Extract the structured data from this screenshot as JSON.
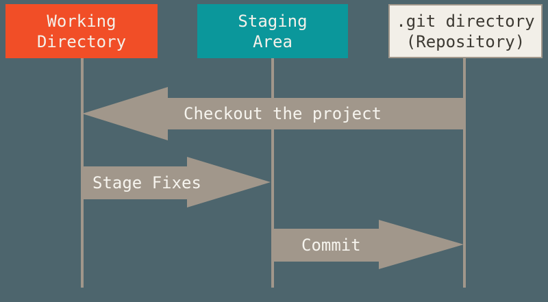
{
  "diagram": {
    "colors": {
      "background": "#4d656d",
      "working_directory_box": "#f14e27",
      "staging_area_box": "#0b979b",
      "git_directory_box_fill": "#f2efe8",
      "git_directory_box_border": "#a1978b",
      "arrow_and_line": "#a1978b",
      "light_text": "#f4f1ea",
      "dark_text": "#3d3a33"
    },
    "columns": [
      {
        "id": "working-directory",
        "label_line1": "Working",
        "label_line2": "Directory"
      },
      {
        "id": "staging-area",
        "label_line1": "Staging",
        "label_line2": "Area"
      },
      {
        "id": "git-directory",
        "label_line1": ".git directory",
        "label_line2": "(Repository)"
      }
    ],
    "arrows": [
      {
        "id": "checkout",
        "label": "Checkout the project",
        "direction": "left",
        "from": "git-directory",
        "to": "working-directory"
      },
      {
        "id": "stage-fixes",
        "label": "Stage Fixes",
        "direction": "right",
        "from": "working-directory",
        "to": "staging-area"
      },
      {
        "id": "commit",
        "label": "Commit",
        "direction": "right",
        "from": "staging-area",
        "to": "git-directory"
      }
    ]
  }
}
